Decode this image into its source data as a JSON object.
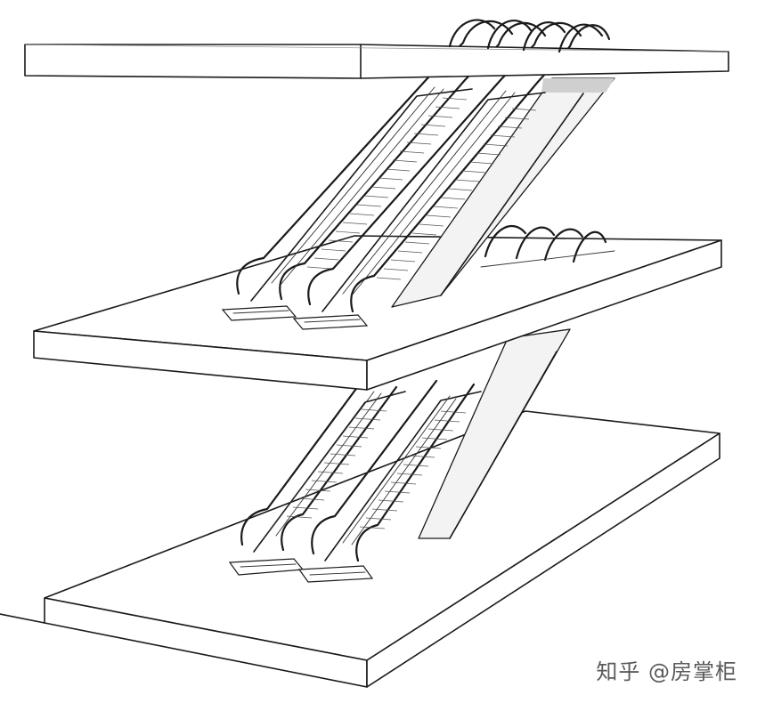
{
  "watermark": {
    "text": "知乎 @房掌柜",
    "color": "#5a5a5a"
  },
  "diagram": {
    "floors": 3,
    "escalator_flights": 2,
    "escalators_per_flight": 2,
    "style": "line-drawing"
  }
}
